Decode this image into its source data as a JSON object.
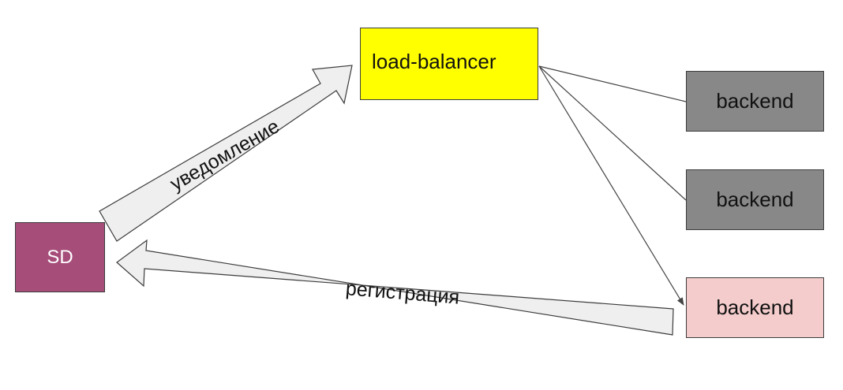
{
  "nodes": {
    "sd": {
      "label": "SD",
      "fill": "#a64d79"
    },
    "load_balancer": {
      "label": "load-balancer",
      "fill": "#ffff00"
    },
    "backends": [
      {
        "label": "backend",
        "fill": "#888888"
      },
      {
        "label": "backend",
        "fill": "#888888"
      },
      {
        "label": "backend",
        "fill": "#f4cccc"
      }
    ]
  },
  "arrows": {
    "notification": {
      "label": "уведомление",
      "fill": "#efefef"
    },
    "registration": {
      "label": "регистрация",
      "fill": "#efefef"
    }
  },
  "connector_color": "#444444"
}
